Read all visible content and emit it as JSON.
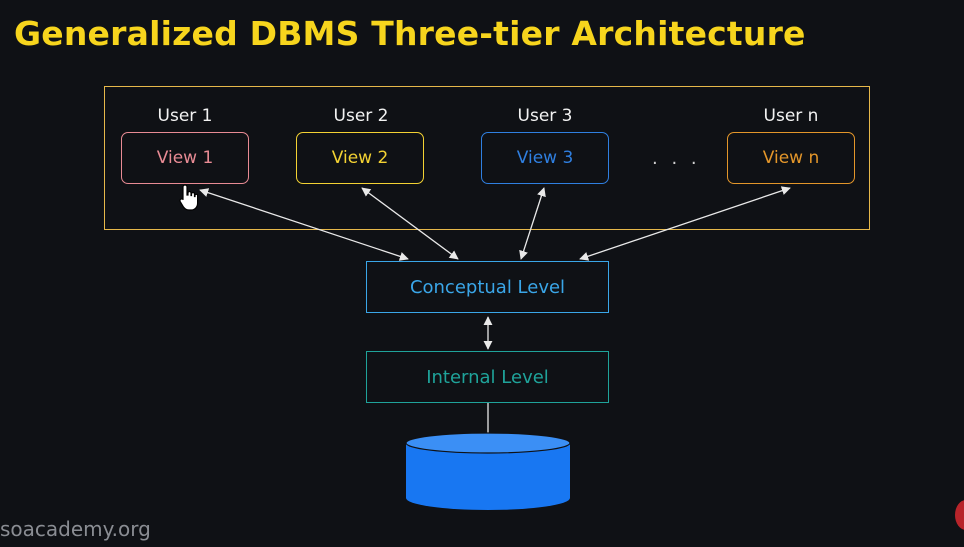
{
  "title": "Generalized DBMS Three-tier Architecture",
  "users": [
    {
      "user": "User 1",
      "view": "View 1",
      "color": "#e88b94"
    },
    {
      "user": "User 2",
      "view": "View 2",
      "color": "#f3d233"
    },
    {
      "user": "User 3",
      "view": "View 3",
      "color": "#2f7fe0"
    },
    {
      "user": "User n",
      "view": "View n",
      "color": "#e3962a"
    }
  ],
  "ellipsis": ". . .",
  "conceptual": {
    "label": "Conceptual Level",
    "color": "#3aa6e8"
  },
  "internal": {
    "label": "Internal Level",
    "color": "#1fa39a"
  },
  "database": {
    "color": "#1877f2"
  },
  "frame_color": "#e6b84a",
  "watermark": "soacademy.org"
}
